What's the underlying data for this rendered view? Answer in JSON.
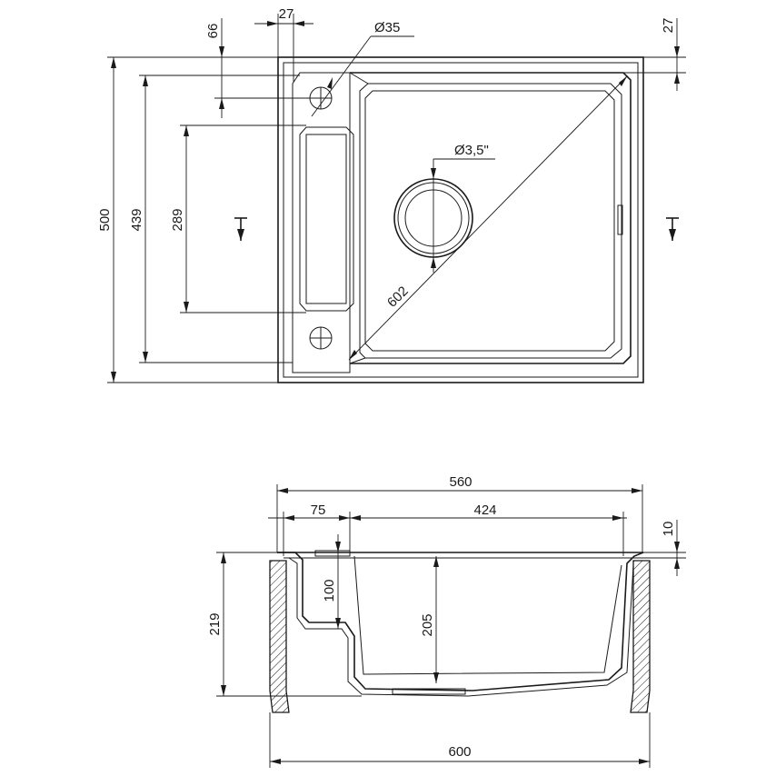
{
  "top_view": {
    "dimensions": {
      "drain_offset": "27",
      "hole_diameter": "Ø35",
      "corner_offset": "27",
      "hole_offset": "66",
      "total_depth": "500",
      "bowl_length": "439",
      "drainer_length": "289",
      "waste_size": "Ø3,5\"",
      "diagonal": "602"
    }
  },
  "side_view": {
    "dimensions": {
      "inner_width": "560",
      "drainer_width": "75",
      "bowl_width": "424",
      "rim_height": "10",
      "drainer_depth": "100",
      "total_height": "219",
      "bowl_depth": "205",
      "overall_width": "600"
    }
  }
}
